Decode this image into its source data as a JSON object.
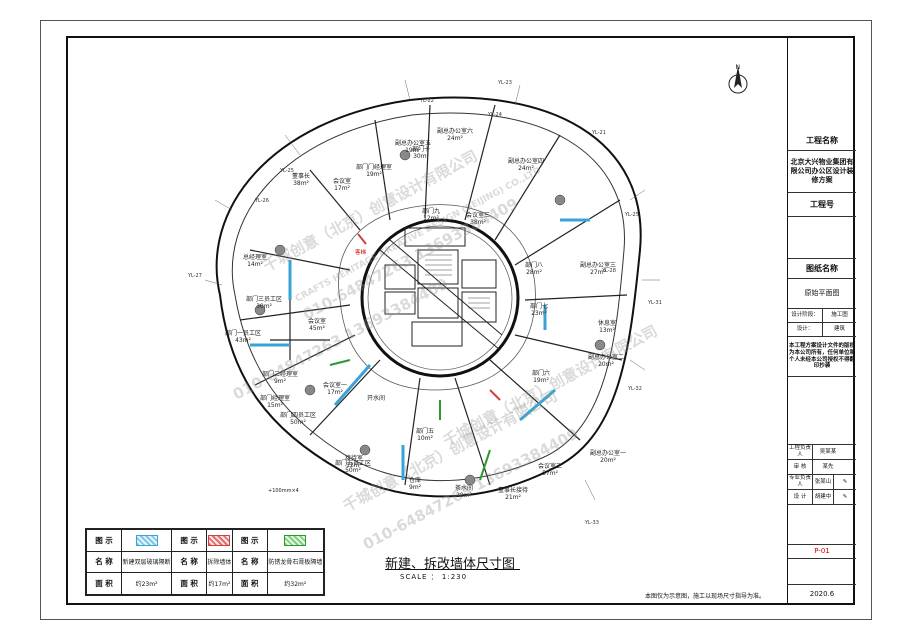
{
  "drawing": {
    "caption": "新建、拆改墙体尺寸图",
    "scale": "SCALE ： 1:230",
    "note": "本图仅为示意图，施工以现场尺寸指导为准。",
    "north_label": "N",
    "dimension_label": "+100mm×4",
    "elevator_label": "客梯",
    "gridlines": [
      "YL-22",
      "YL-23",
      "YL-24",
      "YL-25",
      "YL-26",
      "YL-27",
      "YL-21",
      "YL-25",
      "YL-28",
      "YL-31",
      "YL-32",
      "YL-33"
    ]
  },
  "rooms": [
    {
      "label": "副总办公室六",
      "area": "24m²"
    },
    {
      "label": "副总办公室五",
      "area": "19m²"
    },
    {
      "label": "部门十",
      "area": "30m²"
    },
    {
      "label": "部门门经理室",
      "area": "19m²"
    },
    {
      "label": "董事长",
      "area": "38m²"
    },
    {
      "label": "副总办公室四",
      "area": "24m²"
    },
    {
      "label": "会议室",
      "area": "17m²"
    },
    {
      "label": "部门九",
      "area": "12m²"
    },
    {
      "label": "会议室三",
      "area": "38m²"
    },
    {
      "label": "部门八",
      "area": "28m²"
    },
    {
      "label": "总经理室",
      "area": "14m²"
    },
    {
      "label": "副总办公室三",
      "area": "27m²"
    },
    {
      "label": "部门三员工区",
      "area": "30m²"
    },
    {
      "label": "会议室",
      "area": "45m²"
    },
    {
      "label": "部门七",
      "area": "23m²"
    },
    {
      "label": "部门一员工区",
      "area": "43m²"
    },
    {
      "label": "会议室一",
      "area": "17m²"
    },
    {
      "label": "休息室",
      "area": "13m²"
    },
    {
      "label": "部门二经理室",
      "area": "9m²"
    },
    {
      "label": "部门六",
      "area": "19m²"
    },
    {
      "label": "副总办公室二",
      "area": "20m²"
    },
    {
      "label": "部门经理室",
      "area": "15m²"
    },
    {
      "label": "开水间",
      "area": ""
    },
    {
      "label": "部门四员工区",
      "area": "50m²"
    },
    {
      "label": "部门五",
      "area": "10m²"
    },
    {
      "label": "仓库",
      "area": "9m²"
    },
    {
      "label": "接待室",
      "area": "12m²"
    },
    {
      "label": "部门五员工区",
      "area": "50m²"
    },
    {
      "label": "会议室二",
      "area": "57m²"
    },
    {
      "label": "副总办公室一",
      "area": "20m²"
    },
    {
      "label": "茶水间",
      "area": "29m²"
    },
    {
      "label": "董事长接待",
      "area": "21m²"
    }
  ],
  "legend": {
    "row_headers": [
      "图 示",
      "名 称",
      "面 积"
    ],
    "items": [
      {
        "name": "新建双层玻璃隔断",
        "area": "约23m²",
        "color": "#7fc7e8"
      },
      {
        "name": "拆除墙体",
        "area": "约17m²",
        "color": "#e07070"
      },
      {
        "name": "防锈龙骨石膏板隔墙",
        "area": "约32m²",
        "color": "#7fcf7f"
      }
    ]
  },
  "title_block": {
    "project_name_label": "工程名称",
    "project_name": "北京大兴物业集团有限公司办公区设计装修方案",
    "project_no_label": "工程号",
    "drawing_name_label": "图纸名称",
    "drawing_name": "原始平面图",
    "designer_label": "设计阶段：",
    "designer_value": "施工图",
    "design_label": "设计：",
    "design_value": "建筑",
    "statement": "本工程方案设计文件的版权为本公司所有，任何单位和个人未经本公司授权不得翻印抄袭",
    "signatures": [
      {
        "role": "工程负责人",
        "name": "吴某某"
      },
      {
        "role": "审 核",
        "name": "某先"
      },
      {
        "role": "专业负责人",
        "name": "张某山"
      },
      {
        "role": "设 计",
        "name": "胡建中"
      }
    ],
    "sheet_no": "P-01",
    "date": "2020.6"
  },
  "watermark": {
    "company": "千城创意（北京）创意设计有限公司",
    "english": "CRAFTS HERITAGE CREATIVE DESIGN (BEIJING) CO.,LTD",
    "phone": "010-64847263 13693384409"
  },
  "colors": {
    "glass": "#7fc7e8",
    "demolish": "#e07070",
    "gypsum": "#7fcf7f"
  }
}
